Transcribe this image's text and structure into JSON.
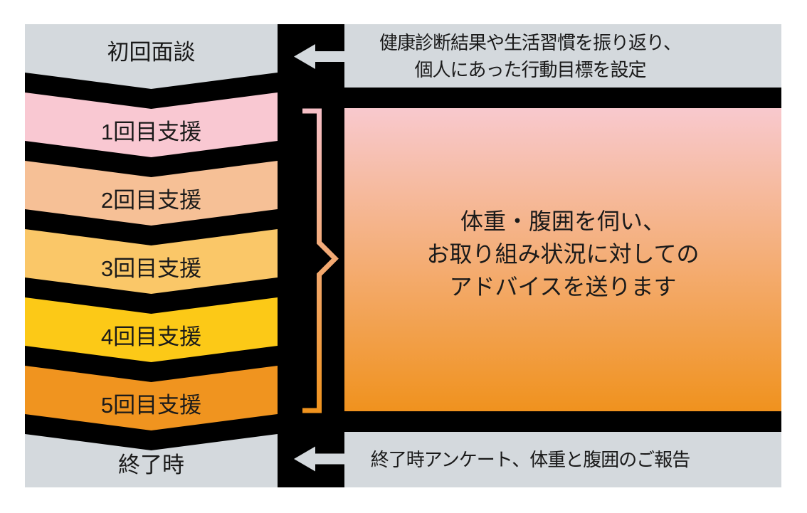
{
  "colors": {
    "canvas_bg": "#ffffff",
    "diagram_bg": "#000000",
    "gray": "#d4d9dd",
    "text": "#1a1a1a",
    "gradient_top": "#f8c9ce",
    "gradient_bottom": "#f0921e",
    "brace_top": "#f6bfc6",
    "brace_bottom": "#f0931e"
  },
  "steps": [
    {
      "label": "初回面談",
      "color": "#d4d9dd"
    },
    {
      "label": "1回目支援",
      "color": "#f9c8d2"
    },
    {
      "label": "2回目支援",
      "color": "#f6c096"
    },
    {
      "label": "3回目支援",
      "color": "#fac768"
    },
    {
      "label": "4回目支援",
      "color": "#fcc917"
    },
    {
      "label": "5回目支援",
      "color": "#f0941f"
    },
    {
      "label": "終了時",
      "color": "#d4d9dd"
    }
  ],
  "notes": {
    "initial": {
      "lines": [
        "健康診断結果や生活習慣を振り返り、",
        "個人にあった行動目標を設定"
      ]
    },
    "support": {
      "lines": [
        "体重・腹囲を伺い、",
        "お取り組み状況に対しての",
        "アドバイスを送ります"
      ]
    },
    "final": {
      "lines": [
        "終了時アンケート、体重と腹囲のご報告"
      ]
    }
  }
}
